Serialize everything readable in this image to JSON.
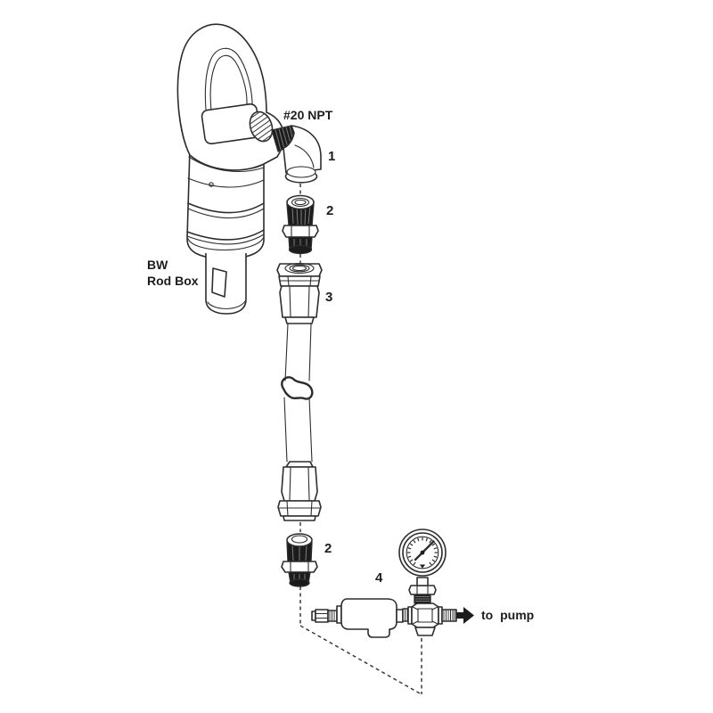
{
  "colors": {
    "background": "#ffffff",
    "line": "#2d2d2d",
    "dark_fill": "#1c1c1c",
    "text": "#1d1d1d"
  },
  "labels": {
    "npt_port": "#20 NPT",
    "rod_box_line1": "BW",
    "rod_box_line2": "Rod Box",
    "to_pump": "to pump"
  },
  "callouts": {
    "elbow": "1",
    "adapter_upper": "2",
    "hose": "3",
    "adapter_lower": "2",
    "lubricator": "4"
  }
}
